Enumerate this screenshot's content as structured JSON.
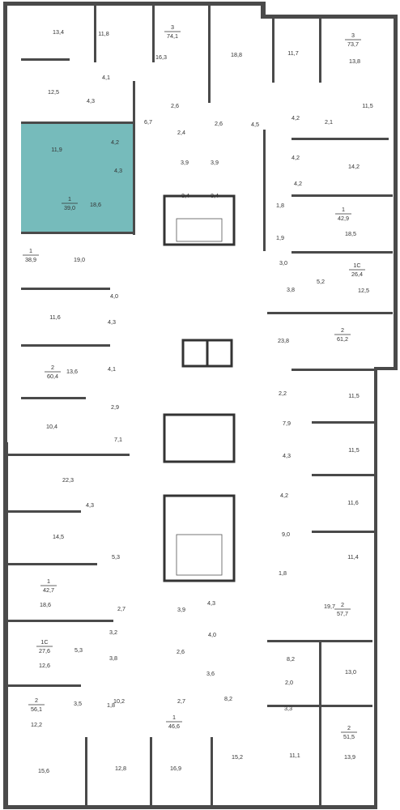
{
  "plan": {
    "highlight_color": "#76bbbb",
    "wall_color": "#4a4a4a",
    "apartments": [
      {
        "rooms": "3",
        "area": "74,1"
      },
      {
        "rooms": "3",
        "area": "73,7"
      },
      {
        "rooms": "1",
        "area": "39,0"
      },
      {
        "rooms": "1",
        "area": "42,9"
      },
      {
        "rooms": "1",
        "area": "38,9"
      },
      {
        "rooms": "1С",
        "area": "26,4"
      },
      {
        "rooms": "2",
        "area": "61,2"
      },
      {
        "rooms": "2",
        "area": "60,4"
      },
      {
        "rooms": "1",
        "area": "42,7"
      },
      {
        "rooms": "2",
        "area": "57,7"
      },
      {
        "rooms": "1С",
        "area": "27,6"
      },
      {
        "rooms": "2",
        "area": "56,1"
      },
      {
        "rooms": "2",
        "area": "51,5"
      },
      {
        "rooms": "1",
        "area": "46,6"
      }
    ],
    "room_areas": [
      "13,4",
      "11,8",
      "16,3",
      "18,8",
      "11,7",
      "13,8",
      "4,1",
      "12,5",
      "4,3",
      "2,6",
      "6,7",
      "2,6",
      "4,5",
      "4,2",
      "11,5",
      "2,4",
      "2,1",
      "4,2",
      "11,9",
      "4,2",
      "14,2",
      "3,9",
      "3,9",
      "4,3",
      "4,2",
      "3,4",
      "3,4",
      "18,6",
      "1,8",
      "18,5",
      "1,9",
      "19,0",
      "3,0",
      "5,2",
      "12,5",
      "3,8",
      "4,0",
      "11,6",
      "4,3",
      "23,8",
      "13,6",
      "4,1",
      "2,2",
      "11,5",
      "2,9",
      "10,4",
      "7,9",
      "7,1",
      "11,5",
      "4,3",
      "22,3",
      "4,2",
      "4,3",
      "11,6",
      "14,5",
      "9,0",
      "5,3",
      "11,4",
      "1,8",
      "18,6",
      "2,7",
      "19,7",
      "3,9",
      "4,3",
      "3,2",
      "4,0",
      "8,2",
      "5,3",
      "3,8",
      "12,6",
      "3,6",
      "2,0",
      "13,0",
      "10,2",
      "2,7",
      "8,2",
      "3,5",
      "1,8",
      "3,3",
      "12,2",
      "11,1",
      "13,9",
      "15,6",
      "12,8",
      "16,9",
      "15,2",
      "2,6"
    ]
  }
}
